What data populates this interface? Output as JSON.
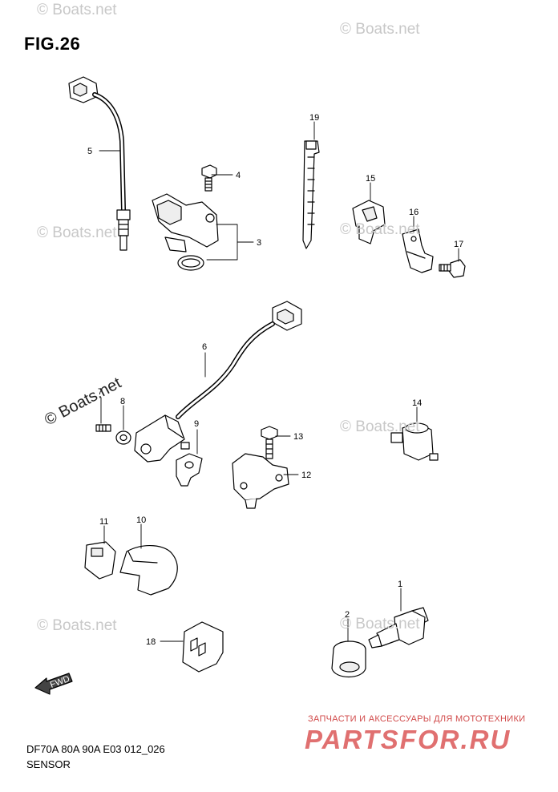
{
  "figure": {
    "title": "FIG.26"
  },
  "watermarks": [
    "© Boats.net",
    "© Boats.net",
    "© Boats.net",
    "© Boats.net",
    "© Boats.net",
    "© Boats.net",
    "© Boats.net",
    "© Boats.net"
  ],
  "callouts": [
    "1",
    "2",
    "3",
    "4",
    "5",
    "6",
    "7",
    "8",
    "9",
    "10",
    "11",
    "12",
    "13",
    "14",
    "15",
    "16",
    "17",
    "18",
    "19"
  ],
  "footer": {
    "model_code": "DF70A 80A 90A E03 012_026",
    "group_name": "SENSOR"
  },
  "branding": {
    "tagline": "ЗАПЧАСТИ И АКСЕССУАРЫ ДЛЯ МОТОТЕХНИКИ",
    "logo_text": "PARTSFOR.RU"
  },
  "arrow": {
    "text": "FWD"
  }
}
